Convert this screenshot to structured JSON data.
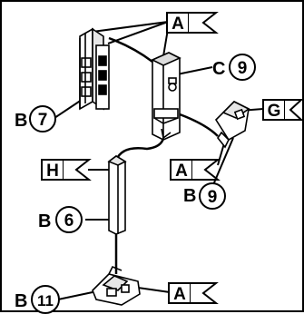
{
  "callouts": {
    "b7": {
      "letter": "B",
      "number": "7"
    },
    "c9": {
      "letter": "C",
      "number": "9"
    },
    "b6": {
      "letter": "B",
      "number": "6"
    },
    "b9": {
      "letter": "B",
      "number": "9"
    },
    "b11": {
      "letter": "B",
      "number": "11"
    }
  },
  "flags": {
    "a_top": "A",
    "g": "G",
    "a_mid": "A",
    "h": "H",
    "a_bottom": "A"
  }
}
